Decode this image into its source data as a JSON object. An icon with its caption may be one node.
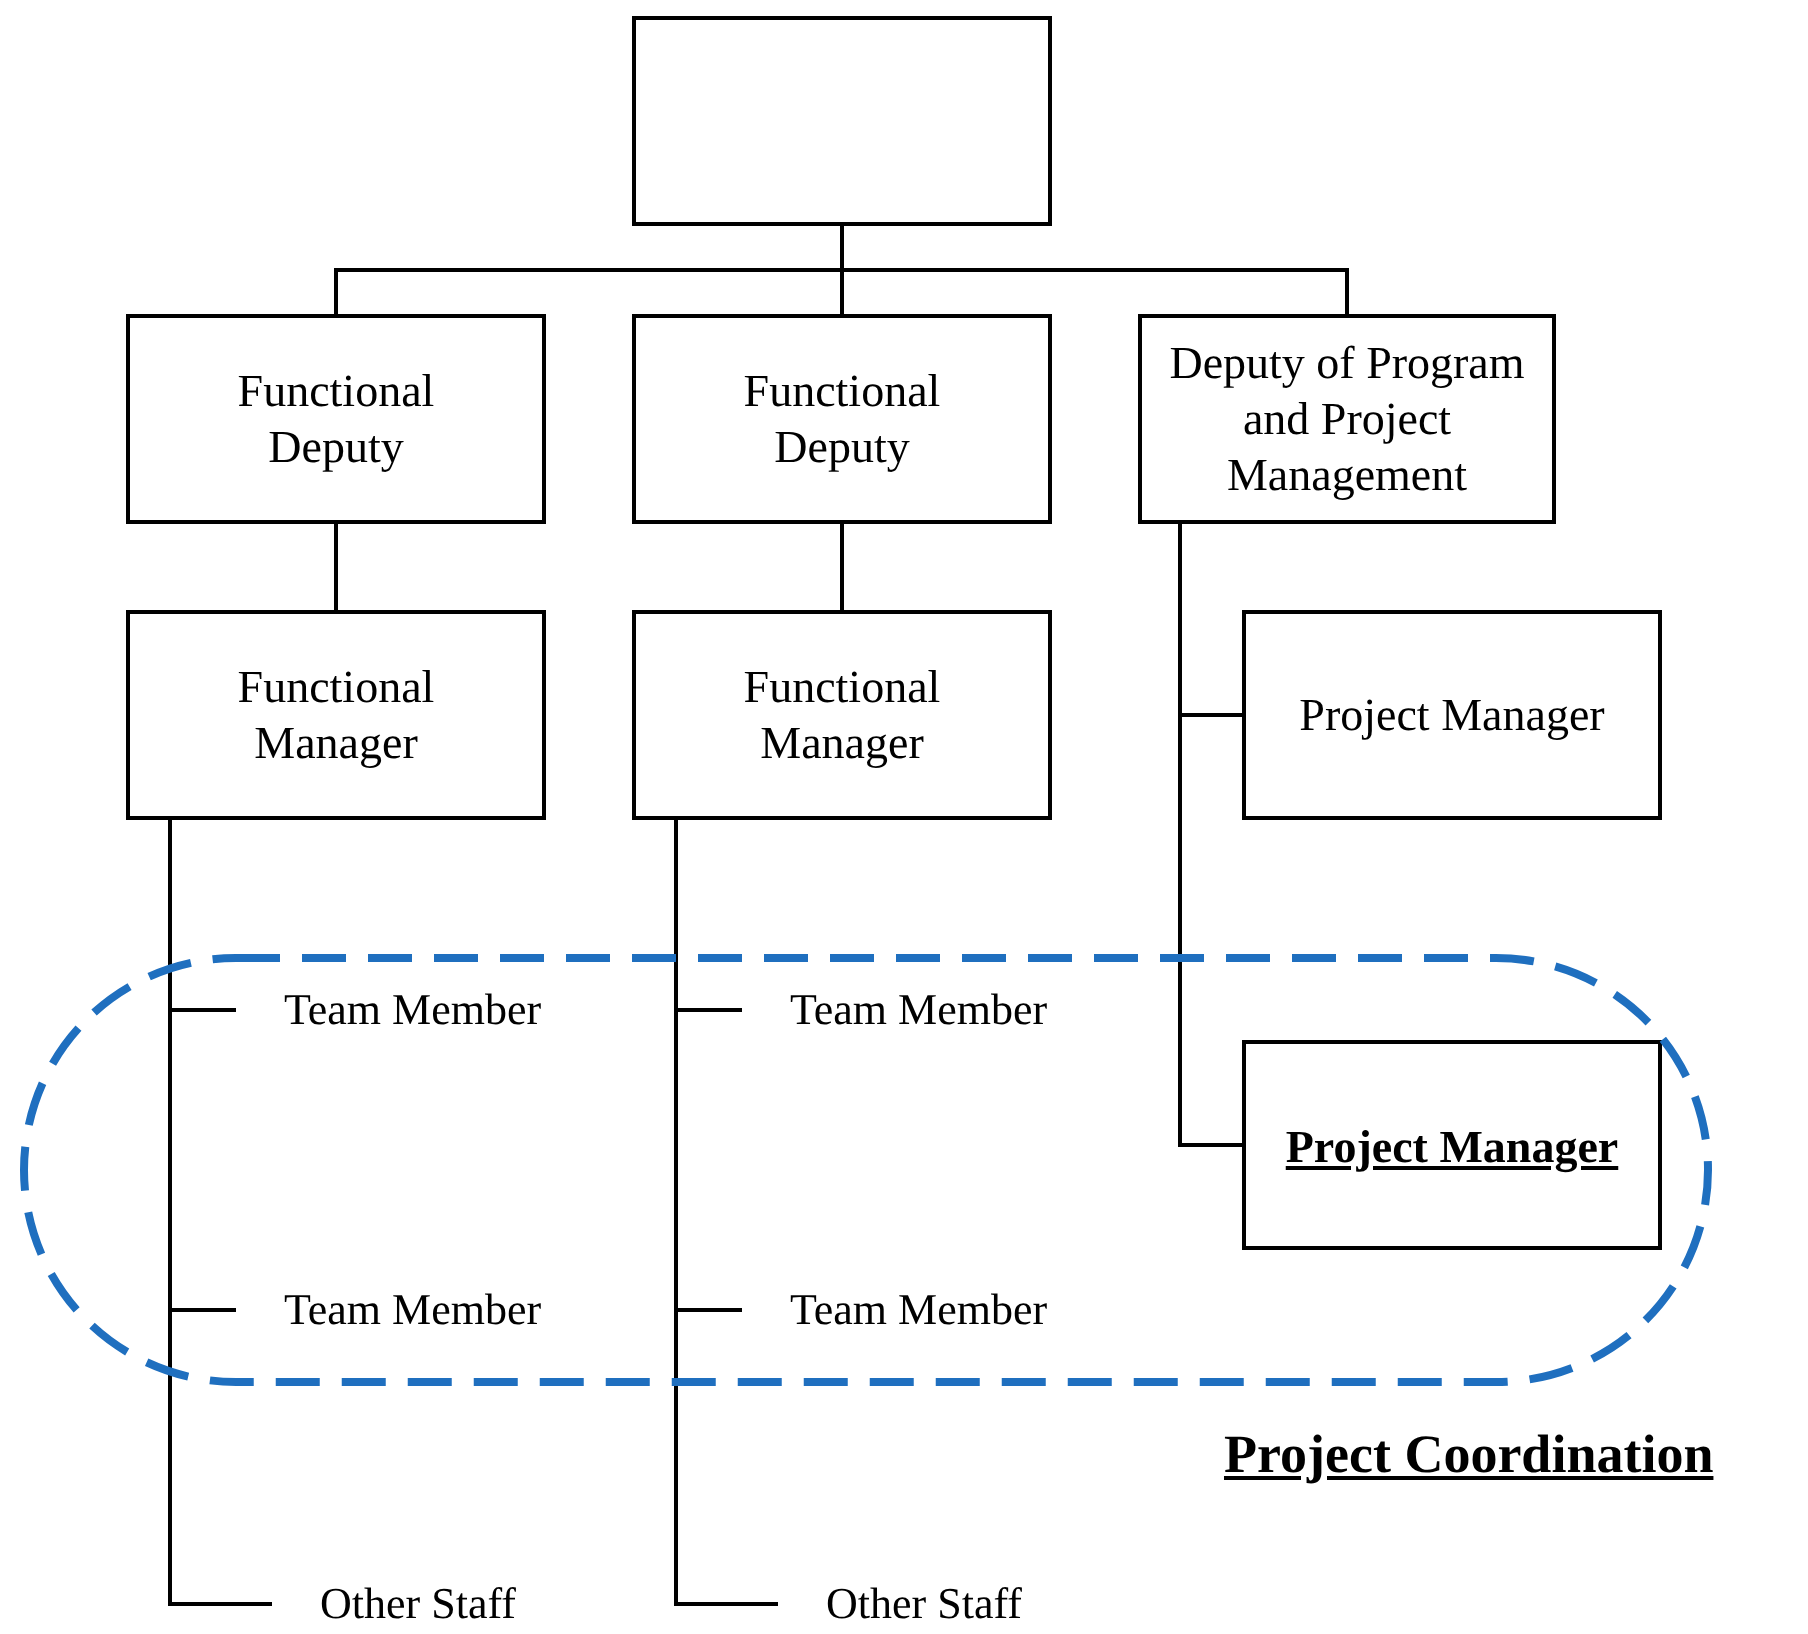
{
  "diagram": {
    "nodes": [
      {
        "text": [],
        "shape": "box"
      },
      {
        "text": [
          "Functional Deputy"
        ]
      },
      {
        "text": [
          "Functional Deputy"
        ]
      },
      {
        "text": [
          "Deputy of Program and Project Management"
        ]
      },
      {
        "text": [
          "Functional Manager"
        ]
      },
      {
        "text": [
          "Functional Manager"
        ]
      },
      {
        "text": [
          "Project Manager"
        ]
      },
      {
        "text": [
          "Team Member"
        ]
      },
      {
        "text": [
          "Team Member"
        ]
      },
      {
        "text": [
          "Project Manager"
        ]
      },
      {
        "text": [
          "Team Member"
        ]
      },
      {
        "text": [
          "Team Member"
        ]
      },
      {
        "text": [
          "Other Staff"
        ]
      },
      {
        "text": [
          "Other Staff"
        ]
      }
    ],
    "edges": [
      {
        "from": 0,
        "to": 1,
        "arrow": "none"
      },
      {
        "from": 0,
        "to": 2,
        "arrow": "none"
      },
      {
        "from": 0,
        "to": 3,
        "arrow": "none"
      },
      {
        "from": 1,
        "to": 4,
        "arrow": "none"
      },
      {
        "from": 2,
        "to": 5,
        "arrow": "none"
      },
      {
        "from": 3,
        "to": 6,
        "arrow": "none"
      },
      {
        "from": 3,
        "to": 9,
        "arrow": "none"
      },
      {
        "from": 4,
        "to": 7,
        "arrow": "none"
      },
      {
        "from": 4,
        "to": 10,
        "arrow": "none"
      },
      {
        "from": 4,
        "to": 12,
        "arrow": "none"
      },
      {
        "from": 5,
        "to": 8,
        "arrow": "none"
      },
      {
        "from": 5,
        "to": 11,
        "arrow": "none"
      },
      {
        "from": 5,
        "to": 13,
        "arrow": "none"
      }
    ],
    "labels": [
      "Project Coordination"
    ]
  }
}
